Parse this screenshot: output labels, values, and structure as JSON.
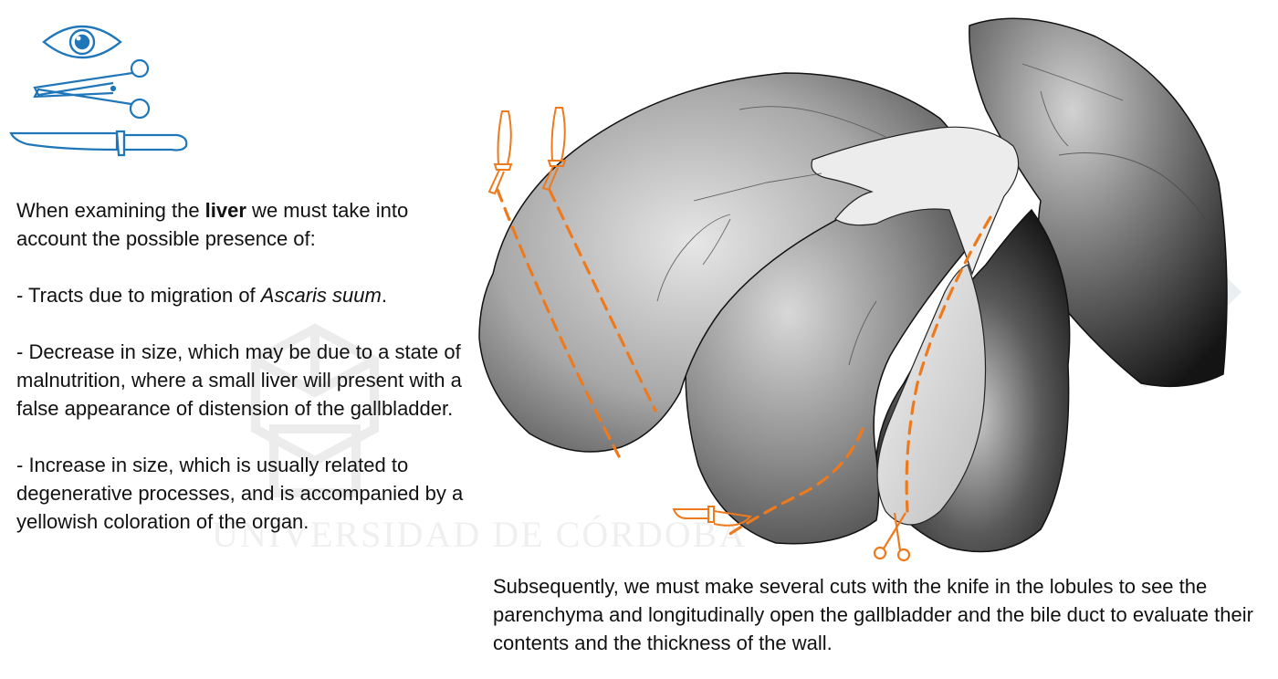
{
  "intro": {
    "line1_pre": "When examining the ",
    "line1_bold": "liver",
    "line1_post": " we must take into account the possible presence of:",
    "item1_pre": "- Tracts due to migration of ",
    "item1_italic": "Ascaris suum",
    "item1_post": ".",
    "item2": "- Decrease in size, which may be due to a state of malnutrition, where a small liver will present with a false appearance of distension of the gallbladder.",
    "item3": "- Increase in size, which is usually related to degenerative processes, and is accompanied by a yellowish coloration of the organ."
  },
  "caption": "Subsequently, we must make several cuts with the knife in the lobules to see the parenchyma and longitudinally open the gallbladder and the bile duct to evaluate their contents and the thickness of the wall.",
  "icons": [
    "eye-icon",
    "scissors-icon",
    "knife-icon"
  ],
  "watermark": {
    "text": "UNIVERSIDAD DE CÓRDOBA",
    "badge": "3"
  },
  "colors": {
    "icon_blue": "#1f77b9",
    "cut_orange": "#ee7a1e",
    "text": "#111111",
    "liver_dark": "#3a3a3a",
    "liver_light": "#e8e8e8"
  }
}
